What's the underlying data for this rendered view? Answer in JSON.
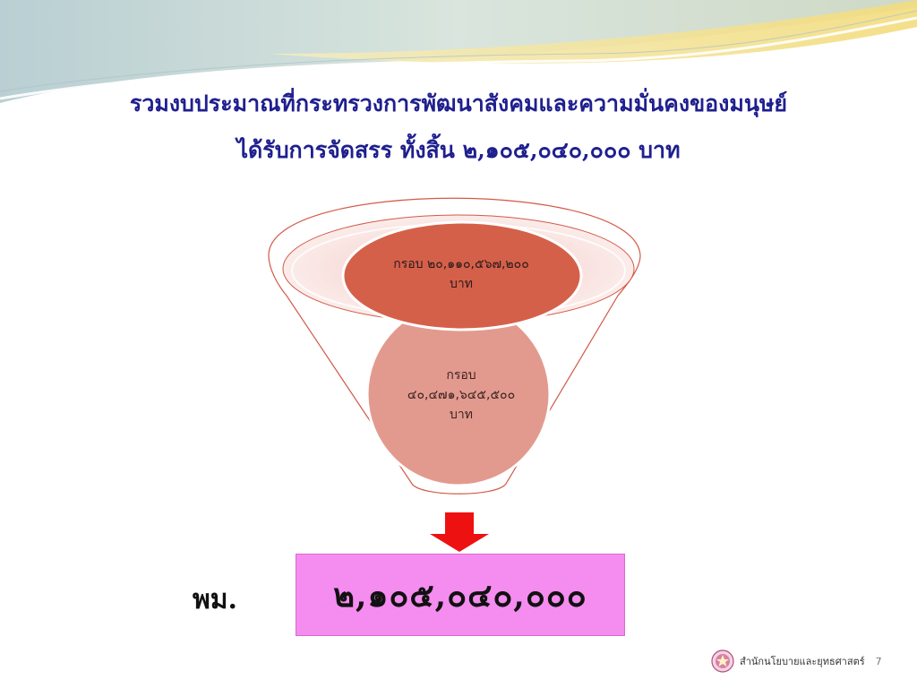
{
  "slide": {
    "title_line1": "รวมงบประมาณที่กระทรวงการพัฒนาสังคมและความมั่นคงของมนุษย์",
    "title_line2": "ได้รับการจัดสรร ทั้งสิ้น ๒,๑๐๕,๐๔๐,๐๐๐ บาท",
    "top_circle_line1": "กรอบ ๒๐,๑๑๐,๕๖๗,๒๐๐",
    "top_circle_line2": "บาท",
    "bottom_circle_line1": "กรอบ",
    "bottom_circle_line2": "๔๐,๔๗๑,๖๔๕,๕๐๐",
    "bottom_circle_line3": "บาท",
    "org_label": "พม.",
    "total_value": "๒,๑๐๕,๐๔๐,๐๐๐",
    "footer_text": "สำนักนโยบายและยุทธศาสตร์",
    "page_number": "7"
  },
  "colors": {
    "title": "#1f1f8f",
    "top_circle": "#d5604a",
    "bottom_circle": "#e39a8e",
    "funnel_outline": "#d25a48",
    "arrow": "#ee1111",
    "total_box": "#f58cf0"
  },
  "icons": {
    "arrow": "down-arrow-icon",
    "logo": "ministry-seal-icon"
  }
}
